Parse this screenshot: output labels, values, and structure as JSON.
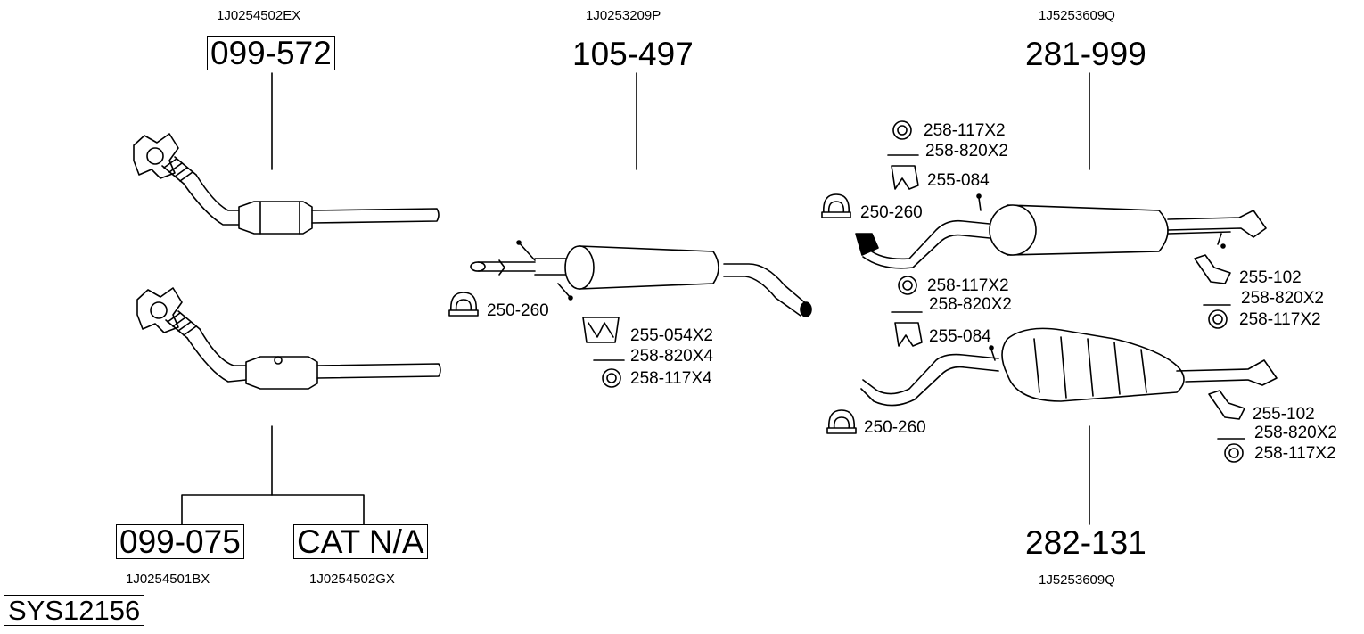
{
  "system_code": "SYS12156",
  "groups": {
    "catalyst": {
      "oem_top": "1J0254502EX",
      "part_top": "099-572",
      "part_left": "099-075",
      "oem_left": "1J0254501BX",
      "part_right": "CAT N/A",
      "oem_right": "1J0254502GX"
    },
    "middle": {
      "oem": "1J0253209P",
      "part": "105-497",
      "fittings": [
        "250-260",
        "255-054X2",
        "258-820X4",
        "258-117X4"
      ]
    },
    "rear_a": {
      "oem": "1J5253609Q",
      "part": "281-999",
      "fittings_left": [
        "258-117X2",
        "258-820X2",
        "255-084",
        "250-260"
      ],
      "fittings_right": [
        "255-102",
        "258-820X2",
        "258-117X2"
      ]
    },
    "rear_b": {
      "oem": "1J5253609Q",
      "part": "282-131",
      "fittings_left": [
        "258-117X2",
        "258-820X2",
        "255-084",
        "250-260"
      ],
      "fittings_right": [
        "255-102",
        "258-820X2",
        "258-117X2"
      ]
    }
  }
}
